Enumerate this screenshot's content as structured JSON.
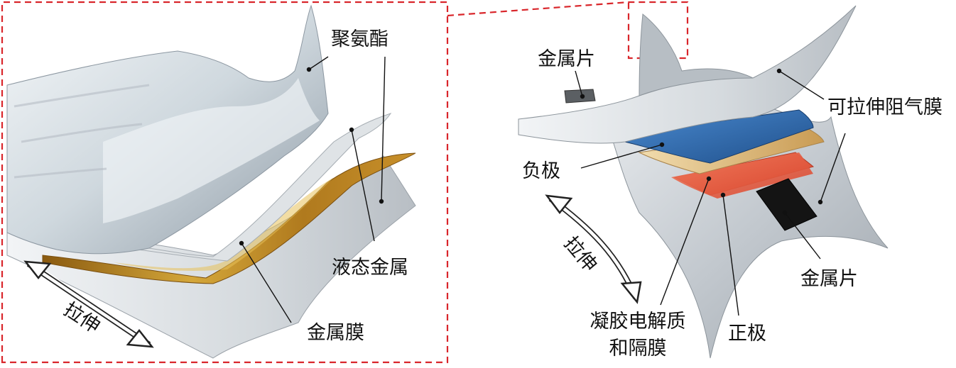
{
  "left_panel": {
    "labels": {
      "polyurethane": "聚氨酯",
      "liquid_metal": "液态金属",
      "metal_film": "金属膜",
      "stretch": "拉伸"
    }
  },
  "right_panel": {
    "labels": {
      "metal_tab_top": "金属片",
      "barrier_film": "可拉伸阻气膜",
      "anode": "负极",
      "metal_tab_bottom": "金属片",
      "separator_line1": "凝胶电解质",
      "separator_line2": "和隔膜",
      "cathode": "正极",
      "stretch": "拉伸"
    }
  },
  "colors": {
    "dashed_frame": "#d9262b",
    "film_gray": "#c9ced3",
    "liquid_metal": "#c89a2a",
    "anode_blue": "#2f6db0",
    "cathode_red": "#e85a40",
    "separator_gold": "#d9b36b"
  }
}
